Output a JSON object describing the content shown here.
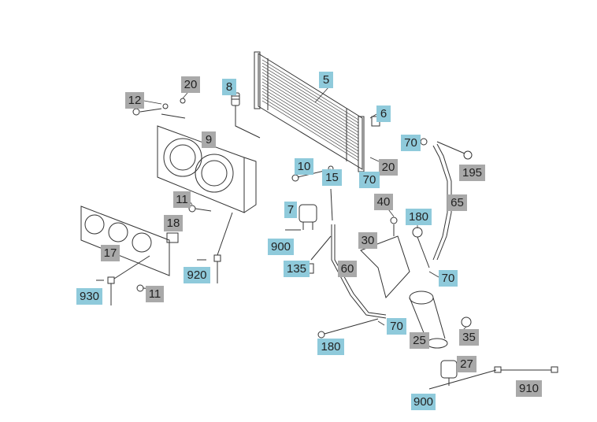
{
  "colors": {
    "highlight": "#8fcadb",
    "standard": "#a9a9a9",
    "line": "#333333"
  },
  "callouts": {
    "c12": {
      "label": "12",
      "style": "gray"
    },
    "c20a": {
      "label": "20",
      "style": "gray"
    },
    "c8": {
      "label": "8",
      "style": "blue"
    },
    "c5": {
      "label": "5",
      "style": "blue"
    },
    "c6": {
      "label": "6",
      "style": "blue"
    },
    "c9": {
      "label": "9",
      "style": "gray"
    },
    "c70a": {
      "label": "70",
      "style": "blue"
    },
    "c195": {
      "label": "195",
      "style": "gray"
    },
    "c20b": {
      "label": "20",
      "style": "gray"
    },
    "c10": {
      "label": "10",
      "style": "blue"
    },
    "c15": {
      "label": "15",
      "style": "blue"
    },
    "c70b": {
      "label": "70",
      "style": "blue"
    },
    "c11a": {
      "label": "11",
      "style": "gray"
    },
    "c65": {
      "label": "65",
      "style": "gray"
    },
    "c40": {
      "label": "40",
      "style": "gray"
    },
    "c180a": {
      "label": "180",
      "style": "blue"
    },
    "c7": {
      "label": "7",
      "style": "blue"
    },
    "c18": {
      "label": "18",
      "style": "gray"
    },
    "c17": {
      "label": "17",
      "style": "gray"
    },
    "c900a": {
      "label": "900",
      "style": "blue"
    },
    "c30": {
      "label": "30",
      "style": "gray"
    },
    "c920": {
      "label": "920",
      "style": "blue"
    },
    "c135": {
      "label": "135",
      "style": "blue"
    },
    "c60": {
      "label": "60",
      "style": "gray"
    },
    "c70c": {
      "label": "70",
      "style": "blue"
    },
    "c930": {
      "label": "930",
      "style": "blue"
    },
    "c11b": {
      "label": "11",
      "style": "gray"
    },
    "c70d": {
      "label": "70",
      "style": "blue"
    },
    "c25": {
      "label": "25",
      "style": "gray"
    },
    "c35": {
      "label": "35",
      "style": "gray"
    },
    "c180b": {
      "label": "180",
      "style": "blue"
    },
    "c27": {
      "label": "27",
      "style": "gray"
    },
    "c910": {
      "label": "910",
      "style": "gray"
    },
    "c900b": {
      "label": "900",
      "style": "blue"
    }
  }
}
